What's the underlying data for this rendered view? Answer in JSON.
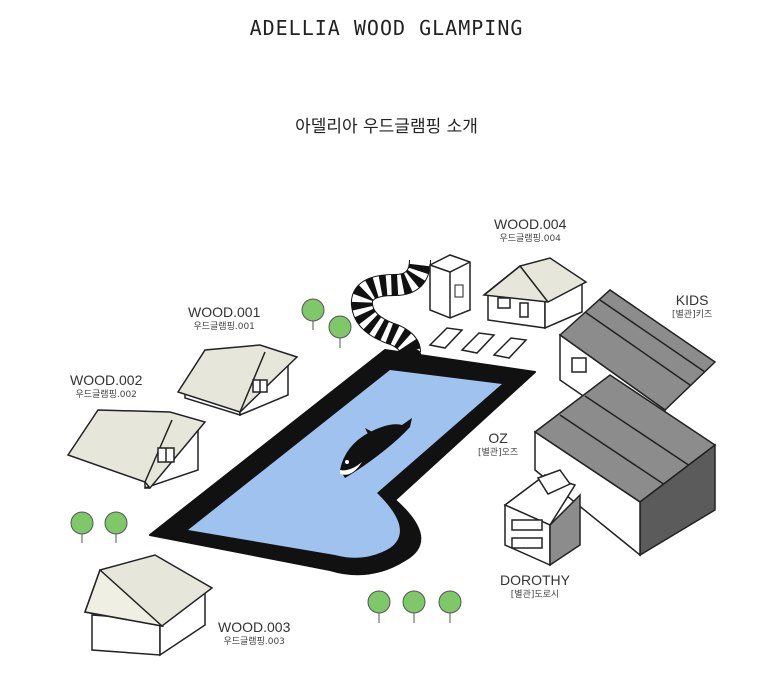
{
  "header": {
    "title": "ADELLIA WOOD GLAMPING",
    "subtitle": "아델리아 우드글램핑 소개"
  },
  "map": {
    "pool_color": "#9fc3ee",
    "roof_color": "#e6e7da",
    "annex_color": "#8c8c8c",
    "tree_color": "#7ec86a",
    "labels": {
      "wood004": {
        "name": "WOOD.004",
        "sub": "우드글램핑.004"
      },
      "wood001": {
        "name": "WOOD.001",
        "sub": "우드글램핑.001"
      },
      "wood002": {
        "name": "WOOD.002",
        "sub": "우드글램핑.002"
      },
      "wood003": {
        "name": "WOOD.003",
        "sub": "우드글램핑.003"
      },
      "kids": {
        "name": "KIDS",
        "sub": "[별관]키즈"
      },
      "oz": {
        "name": "OZ",
        "sub": "[별관]오즈"
      },
      "dorothy": {
        "name": "DOROTHY",
        "sub": "[별관]도로시"
      }
    }
  }
}
